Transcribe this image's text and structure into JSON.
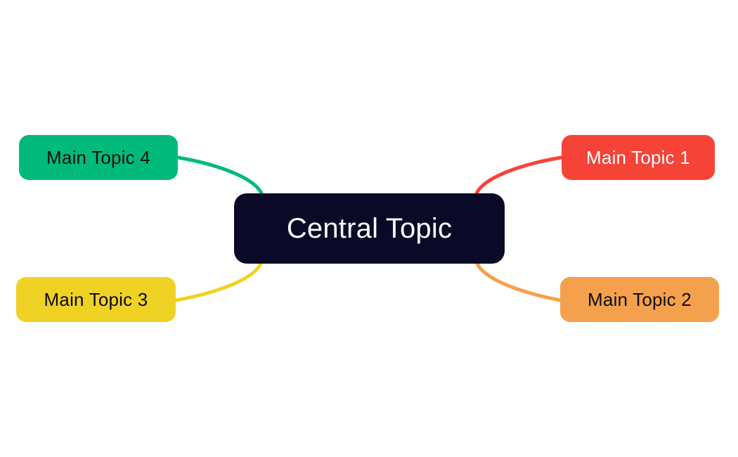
{
  "canvas": {
    "background": "#ffffff"
  },
  "central": {
    "label": "Central Topic",
    "color": "#0a0a28",
    "text_color": "#ffffff"
  },
  "topics": [
    {
      "label": "Main Topic 1",
      "color": "#f64338",
      "text_color": "#ffffff",
      "position": "right-top"
    },
    {
      "label": "Main Topic 2",
      "color": "#f5a04c",
      "text_color": "#0c0c14",
      "position": "right-bottom"
    },
    {
      "label": "Main Topic 3",
      "color": "#f0d225",
      "text_color": "#0c0c14",
      "position": "left-bottom"
    },
    {
      "label": "Main Topic 4",
      "color": "#00ba7c",
      "text_color": "#0c0c14",
      "position": "left-top"
    }
  ]
}
